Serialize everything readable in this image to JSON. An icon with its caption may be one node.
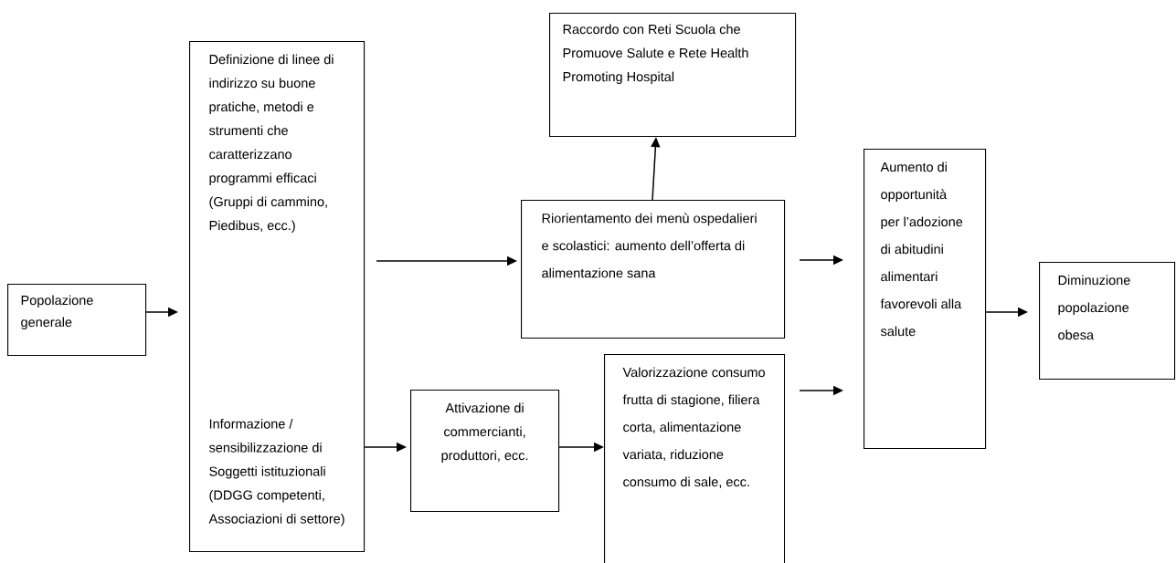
{
  "diagram": {
    "nodes": [
      {
        "text": [
          "Popolazione generale"
        ]
      },
      {
        "text": [
          "Definizione di linee di indirizzo su buone pratiche, metodi e strumenti che caratterizzano programmi efficaci (Gruppi di cammino, Piedibus, ecc.)",
          "Informazione / sensibilizzazione di Soggetti istituzionali (DDGG competenti, Associazioni di settore)"
        ]
      },
      {
        "text": [
          "Raccordo con Reti Scuola che Promuove Salute e Rete Health Promoting Hospital"
        ]
      },
      {
        "text": [
          "Riorientamento dei menù ospedalieri e scolastici: aumento dell’offerta di alimentazione sana"
        ]
      },
      {
        "text": [
          "Attivazione di commercianti, produttori, ecc."
        ]
      },
      {
        "text": [
          "Valorizzazione consumo frutta di stagione, filiera corta, alimentazione variata, riduzione consumo di sale, ecc."
        ]
      },
      {
        "text": [
          "Aumento di opportunità per l’adozione di abitudini alimentari favorevoli alla salute"
        ]
      },
      {
        "text": [
          "Diminuzione popolazione obesa"
        ]
      }
    ],
    "edges": [
      {
        "from": 0,
        "to": 1,
        "arrow": "to"
      },
      {
        "from": 1,
        "to": 3,
        "arrow": "to"
      },
      {
        "from": 3,
        "to": 2,
        "arrow": "to"
      },
      {
        "from": 3,
        "to": 6,
        "arrow": "to"
      },
      {
        "from": 1,
        "to": 4,
        "arrow": "to"
      },
      {
        "from": 4,
        "to": 5,
        "arrow": "to"
      },
      {
        "from": 5,
        "to": 6,
        "arrow": "to"
      },
      {
        "from": 6,
        "to": 7,
        "arrow": "to"
      }
    ]
  }
}
